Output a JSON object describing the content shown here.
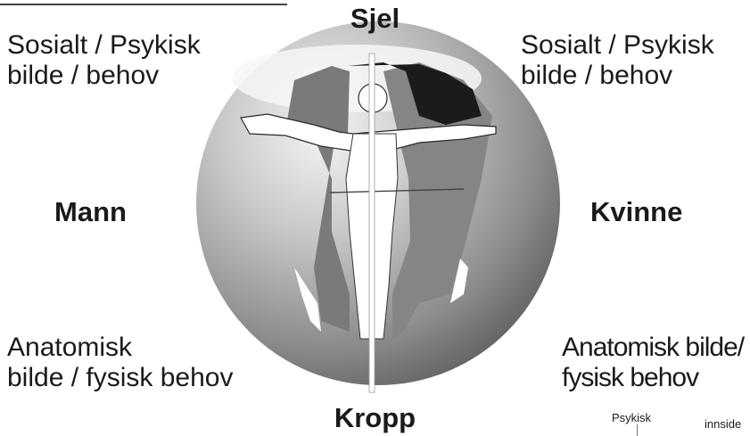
{
  "labels": {
    "top": "Sjel",
    "bottom": "Kropp",
    "left": "Mann",
    "right": "Kvinne",
    "top_left": [
      "Sosialt / Psykisk",
      "bilde / behov"
    ],
    "top_right": [
      "Sosialt / Psykisk",
      "bilde / behov"
    ],
    "bottom_left": [
      "Anatomisk",
      "bilde / fysisk behov"
    ],
    "bottom_right": [
      "Anatomisk bilde/",
      "fysisk behov"
    ],
    "footnote_left": "Psykisk",
    "footnote_right": "innside"
  },
  "colors": {
    "sphere_light": "#f2f2f2",
    "sphere_dark": "#6a6a6a",
    "figure_dark": "#1b1b1b",
    "figure_mid": "#7d7d7d",
    "figure_light": "#ffffff"
  }
}
